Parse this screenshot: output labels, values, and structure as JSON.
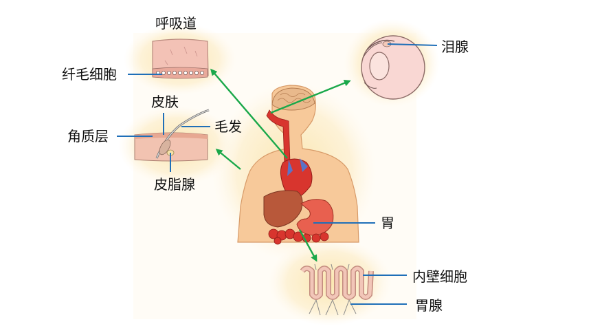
{
  "labels": {
    "respiratory_tract": "呼吸道",
    "cilia_cells": "纤毛细胞",
    "skin": "皮肤",
    "stratum_corneum": "角质层",
    "hair": "毛发",
    "sebaceous_gland": "皮脂腺",
    "lacrimal_gland": "泪腺",
    "stomach": "胃",
    "inner_wall_cells": "内壁细胞",
    "gastric_gland": "胃腺"
  },
  "colors": {
    "pointer_line": "#1f6fb8",
    "arrow": "#1aa84a",
    "panel_glow": "#fbecc4",
    "tissue": "#f2c6b8",
    "organ_red": "#d8352e",
    "liver": "#b8583a",
    "body_skin": "#f7c99a"
  }
}
